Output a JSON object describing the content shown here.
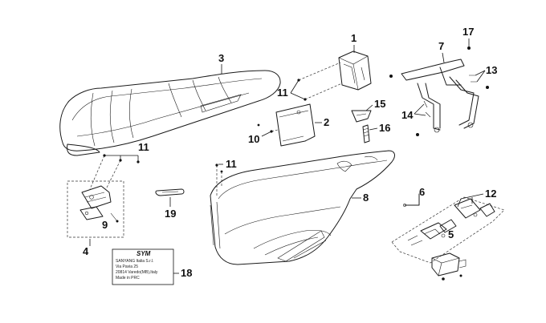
{
  "diagram": {
    "callouts": [
      "1",
      "2",
      "3",
      "4",
      "5",
      "6",
      "7",
      "8",
      "9",
      "10",
      "11",
      "11",
      "11",
      "12",
      "13",
      "14",
      "15",
      "16",
      "17",
      "18",
      "19"
    ],
    "label_plate": {
      "brand": "SYM",
      "lines": [
        "SANYANG Italia S.r.l.",
        "Via Pavia 25",
        "20814 Varedo(MB),Italy",
        "Made in PRC"
      ]
    }
  }
}
